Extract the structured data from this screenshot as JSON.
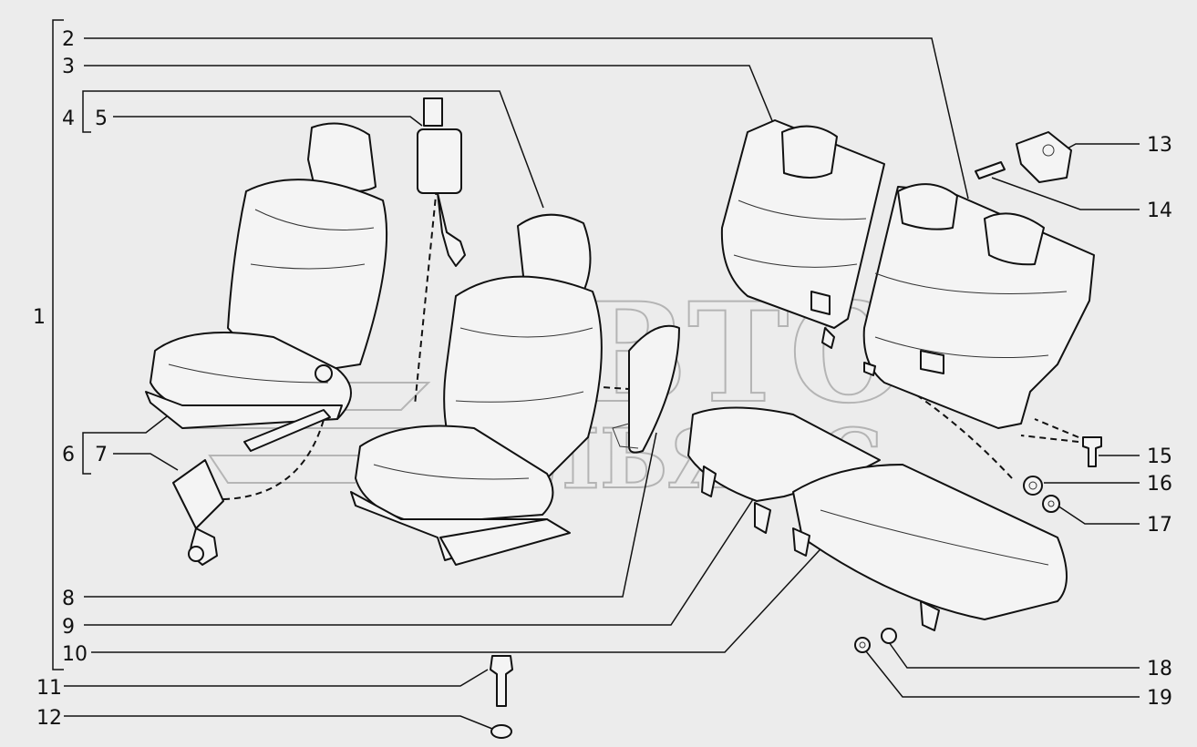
{
  "callouts": [
    {
      "id": "1",
      "text": "1"
    },
    {
      "id": "2",
      "text": "2"
    },
    {
      "id": "3",
      "text": "3"
    },
    {
      "id": "4",
      "text": "4"
    },
    {
      "id": "5",
      "text": "5"
    },
    {
      "id": "6",
      "text": "6"
    },
    {
      "id": "7",
      "text": "7"
    },
    {
      "id": "8",
      "text": "8"
    },
    {
      "id": "9",
      "text": "9"
    },
    {
      "id": "10",
      "text": "10"
    },
    {
      "id": "11",
      "text": "11"
    },
    {
      "id": "12",
      "text": "12"
    },
    {
      "id": "13",
      "text": "13"
    },
    {
      "id": "14",
      "text": "14"
    },
    {
      "id": "15",
      "text": "15"
    },
    {
      "id": "16",
      "text": "16"
    },
    {
      "id": "17",
      "text": "17"
    },
    {
      "id": "18",
      "text": "18"
    },
    {
      "id": "19",
      "text": "19"
    }
  ],
  "watermark": {
    "line1": "АВТО",
    "line2": "АЛЬЯНС"
  }
}
